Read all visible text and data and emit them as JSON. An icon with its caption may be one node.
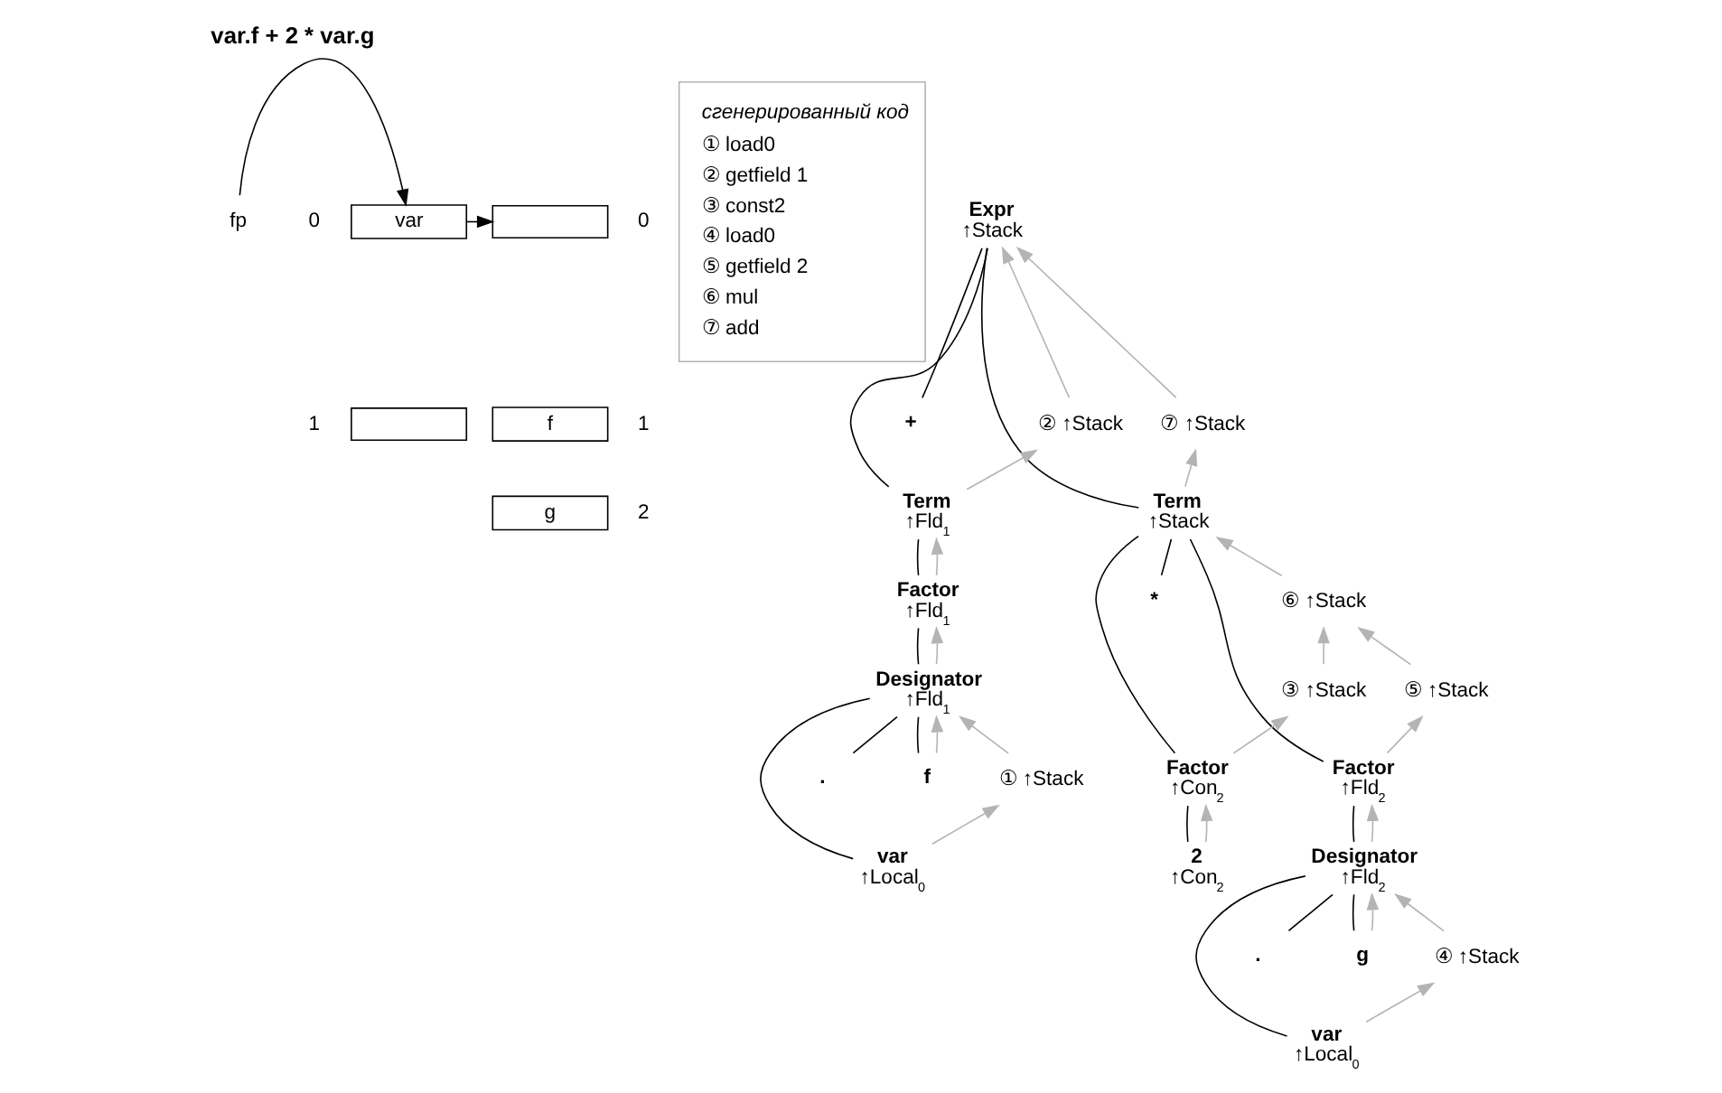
{
  "diagram": {
    "title": "var.f + 2 * var.g",
    "nodes": [
      {
        "text": [
          "fp"
        ]
      },
      {
        "text": [
          "var"
        ]
      },
      {
        "text": [],
        "shape": "box"
      },
      {
        "text": [],
        "shape": "box"
      },
      {
        "text": [
          "f"
        ]
      },
      {
        "text": [
          "g"
        ]
      },
      {
        "text": [
          "сгенерированный код",
          "① load0",
          "② getfield 1",
          "③ const2",
          "④ load0",
          "⑤ getfield 2",
          "⑥ mul",
          "⑦ add"
        ]
      },
      {
        "text": [
          "Expr",
          "↑Stack"
        ]
      },
      {
        "text": [
          "② ↑Stack"
        ]
      },
      {
        "text": [
          "⑦ ↑Stack"
        ]
      },
      {
        "text": [
          "Term",
          "↑Fld$_{1}$"
        ]
      },
      {
        "text": [
          "+"
        ]
      },
      {
        "text": [
          "Term",
          "↑Stack"
        ]
      },
      {
        "text": [
          "⑥ ↑Stack"
        ]
      },
      {
        "text": [
          "③ ↑Stack"
        ]
      },
      {
        "text": [
          "⑤ ↑Stack"
        ]
      },
      {
        "text": [
          "Factor",
          "↑Fld$_{1}$"
        ]
      },
      {
        "text": [
          "Factor",
          "↑Con$_{2}$"
        ]
      },
      {
        "text": [
          "*"
        ]
      },
      {
        "text": [
          "Factor",
          "↑Fld$_{2}$"
        ]
      },
      {
        "text": [
          "Designator",
          "↑Fld$_{1}$"
        ]
      },
      {
        "text": [
          "2",
          "↑Con$_{2}$"
        ]
      },
      {
        "text": [
          "Designator",
          "↑Fld$_{2}$"
        ]
      },
      {
        "text": [
          "① ↑Stack"
        ]
      },
      {
        "text": [
          "④ ↑Stack"
        ]
      },
      {
        "text": [
          "var",
          "↑Local$_{0}$"
        ]
      },
      {
        "text": [
          "."
        ]
      },
      {
        "text": [
          "f"
        ]
      },
      {
        "text": [
          "var",
          "↑Local$_{0}$"
        ]
      },
      {
        "text": [
          "."
        ]
      },
      {
        "text": [
          "g"
        ]
      }
    ],
    "edges": [
      {
        "from": 0,
        "to": 1,
        "arrow": "to",
        "color": "#000000"
      },
      {
        "from": 1,
        "to": 3,
        "arrow": "to",
        "color": "#000000"
      },
      {
        "from": 7,
        "to": 10,
        "arrow": "none",
        "color": "#000000"
      },
      {
        "from": 7,
        "to": 11,
        "arrow": "none",
        "color": "#000000"
      },
      {
        "from": 7,
        "to": 12,
        "arrow": "none",
        "color": "#000000"
      },
      {
        "from": 10,
        "to": 16,
        "arrow": "none",
        "color": "#000000"
      },
      {
        "from": 12,
        "to": 17,
        "arrow": "none",
        "color": "#000000"
      },
      {
        "from": 12,
        "to": 18,
        "arrow": "none",
        "color": "#000000"
      },
      {
        "from": 12,
        "to": 19,
        "arrow": "none",
        "color": "#000000"
      },
      {
        "from": 16,
        "to": 20,
        "arrow": "none",
        "color": "#000000"
      },
      {
        "from": 17,
        "to": 21,
        "arrow": "none",
        "color": "#000000"
      },
      {
        "from": 19,
        "to": 22,
        "arrow": "none",
        "color": "#000000"
      },
      {
        "from": 20,
        "to": 25,
        "arrow": "none",
        "color": "#000000"
      },
      {
        "from": 20,
        "to": 26,
        "arrow": "none",
        "color": "#000000"
      },
      {
        "from": 20,
        "to": 27,
        "arrow": "none",
        "color": "#000000"
      },
      {
        "from": 22,
        "to": 28,
        "arrow": "none",
        "color": "#000000"
      },
      {
        "from": 22,
        "to": 29,
        "arrow": "none",
        "color": "#000000"
      },
      {
        "from": 22,
        "to": 30,
        "arrow": "none",
        "color": "#000000"
      },
      {
        "from": 8,
        "to": 7,
        "arrow": "to",
        "color": "#b4b4b4"
      },
      {
        "from": 9,
        "to": 7,
        "arrow": "to",
        "color": "#b4b4b4"
      },
      {
        "from": 10,
        "to": 8,
        "arrow": "to",
        "color": "#b4b4b4"
      },
      {
        "from": 12,
        "to": 9,
        "arrow": "to",
        "color": "#b4b4b4"
      },
      {
        "from": 13,
        "to": 12,
        "arrow": "to",
        "color": "#b4b4b4"
      },
      {
        "from": 14,
        "to": 13,
        "arrow": "to",
        "color": "#b4b4b4"
      },
      {
        "from": 15,
        "to": 13,
        "arrow": "to",
        "color": "#b4b4b4"
      },
      {
        "from": 17,
        "to": 14,
        "arrow": "to",
        "color": "#b4b4b4"
      },
      {
        "from": 19,
        "to": 15,
        "arrow": "to",
        "color": "#b4b4b4"
      },
      {
        "from": 16,
        "to": 10,
        "arrow": "to",
        "color": "#b4b4b4"
      },
      {
        "from": 21,
        "to": 17,
        "arrow": "to",
        "color": "#b4b4b4"
      },
      {
        "from": 20,
        "to": 16,
        "arrow": "to",
        "color": "#b4b4b4"
      },
      {
        "from": 22,
        "to": 19,
        "arrow": "to",
        "color": "#b4b4b4"
      },
      {
        "from": 23,
        "to": 20,
        "arrow": "to",
        "color": "#b4b4b4"
      },
      {
        "from": 27,
        "to": 20,
        "arrow": "to",
        "color": "#b4b4b4"
      },
      {
        "from": 25,
        "to": 23,
        "arrow": "to",
        "color": "#b4b4b4"
      },
      {
        "from": 24,
        "to": 22,
        "arrow": "to",
        "color": "#b4b4b4"
      },
      {
        "from": 30,
        "to": 22,
        "arrow": "to",
        "color": "#b4b4b4"
      },
      {
        "from": 28,
        "to": 24,
        "arrow": "to",
        "color": "#b4b4b4"
      }
    ],
    "labels": [
      "0",
      "1",
      "0",
      "1",
      "2"
    ]
  }
}
